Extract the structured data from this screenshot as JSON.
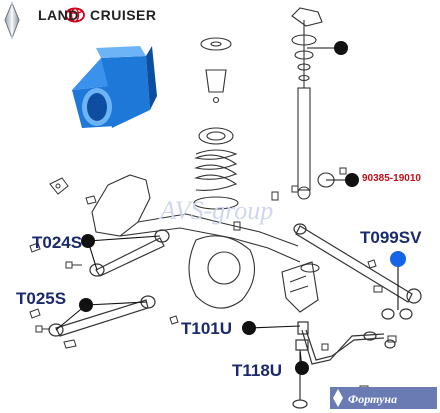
{
  "brand": {
    "part1": "LAND",
    "part2": "CRUISER",
    "logo_colors": {
      "red": "#d3001b",
      "dark": "#222222"
    }
  },
  "bushing": {
    "color": "#1e78d8",
    "highlight": "#6db4f7",
    "shadow": "#0d4ea0"
  },
  "watermark": {
    "text": "AVS-group",
    "color": "#cfd7ef"
  },
  "callouts": [
    {
      "id": "t024s",
      "label": "T024S"
    },
    {
      "id": "t025s",
      "label": "T025S"
    },
    {
      "id": "t101u",
      "label": "T101U"
    },
    {
      "id": "t118u",
      "label": "T118U"
    },
    {
      "id": "t099sv",
      "label": "T099SV",
      "marker_color": "#1565e8"
    },
    {
      "id": "part-90385",
      "label": "90385-19010",
      "text_color": "#c0101a"
    }
  ],
  "footer_logo": {
    "text": "Фортуна",
    "bg": "#6a7bb4"
  },
  "line_color": "#333333"
}
